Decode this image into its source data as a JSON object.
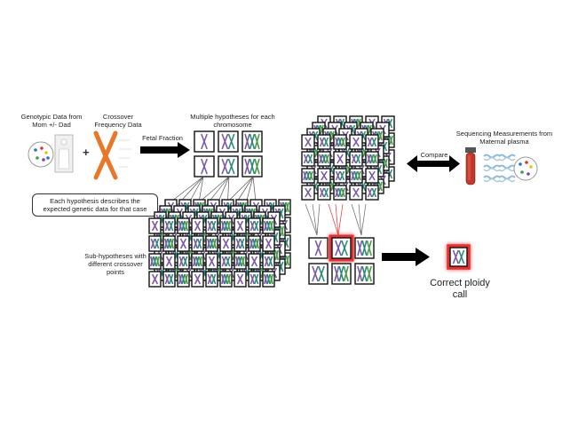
{
  "labels": {
    "genotypic_data": "Genotypic Data from Mom +/- Dad",
    "crossover_data": "Crossover Frequency Data",
    "fetal_fraction": "Fetal Fraction",
    "hypotheses": "Multiple hypotheses for each chromosome",
    "hypothesis_note": "Each hypothesis describes the expected genetic data for that case",
    "sub_hypotheses": "Sub-hypotheses with different crossover points",
    "compare": "Compare",
    "sequencing": "Sequencing Measurements from Maternal plasma",
    "correct_call": "Correct ploidy call",
    "plus": "+"
  },
  "colors": {
    "chromosome_purple": "#7b5aa6",
    "chromosome_teal": "#2e8a7a",
    "chromosome_green": "#4a9a4a",
    "crossover_orange": "#e8772a",
    "highlight_red": "#e23030",
    "tube_red": "#c0392b",
    "dna_blue": "#8fb8d8"
  },
  "icons": [
    "cell-icon",
    "silhouette-icon",
    "crossover-icon",
    "blood-tube-icon",
    "dna-strand-icon",
    "chromosome-icon"
  ]
}
